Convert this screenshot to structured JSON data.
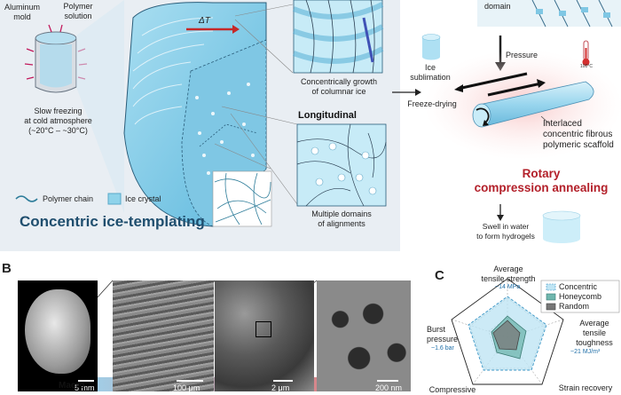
{
  "colors": {
    "panel_bg": "#e9eef3",
    "title_blue": "#1f4e6e",
    "title_red": "#b3202a",
    "ice_blue": "#8fd3ea",
    "chain_teal": "#2e7d9a"
  },
  "panelA": {
    "mold_labels": {
      "aluminum_mold": "Aluminum\nmold",
      "polymer_solution": "Polymer\nsolution"
    },
    "slow_freezing": "Slow freezing\nat cold atmosphere\n(~20°C – ~30°C)",
    "delta_t": "ΔT",
    "concentric_growth": "Concentrically growth\nof columnar ice",
    "longitudinal": "Longitudinal",
    "multiple_domains": "Multiple domains\nof alignments",
    "legend_chain": "Polymer chain",
    "legend_ice": "Ice crystal",
    "title": "Concentric ice-templating"
  },
  "process": {
    "domain": "domain",
    "pressure": "Pressure",
    "temp": "100°C",
    "ice_sublimation": "Ice\nsublimation",
    "freeze_drying": "Freeze-drying",
    "scaffold": "Interlaced\nconcentric fibrous\npolymeric scaffold",
    "title": "Rotary\ncompression annealing",
    "swell": "Swell in water\nto form hydrogels"
  },
  "panelB": {
    "label": "B",
    "scale_bars": [
      "5 mm",
      "100 μm",
      "2 μm",
      "200 nm"
    ],
    "arrow_text": "Macro"
  },
  "panelC": {
    "label": "C",
    "axes": [
      {
        "name": "Average\ntensile strength",
        "value": "~14 MPa"
      },
      {
        "name": "Average\ntensile\ntoughness",
        "value": "~21 MJ/m³"
      },
      {
        "name": "Strain recovery",
        "value": ""
      },
      {
        "name": "Compressive",
        "value": ""
      },
      {
        "name": "Burst\npressure",
        "value": "~1.6 bar"
      }
    ],
    "legend": [
      "Concentric",
      "Honeycomb",
      "Random"
    ]
  }
}
